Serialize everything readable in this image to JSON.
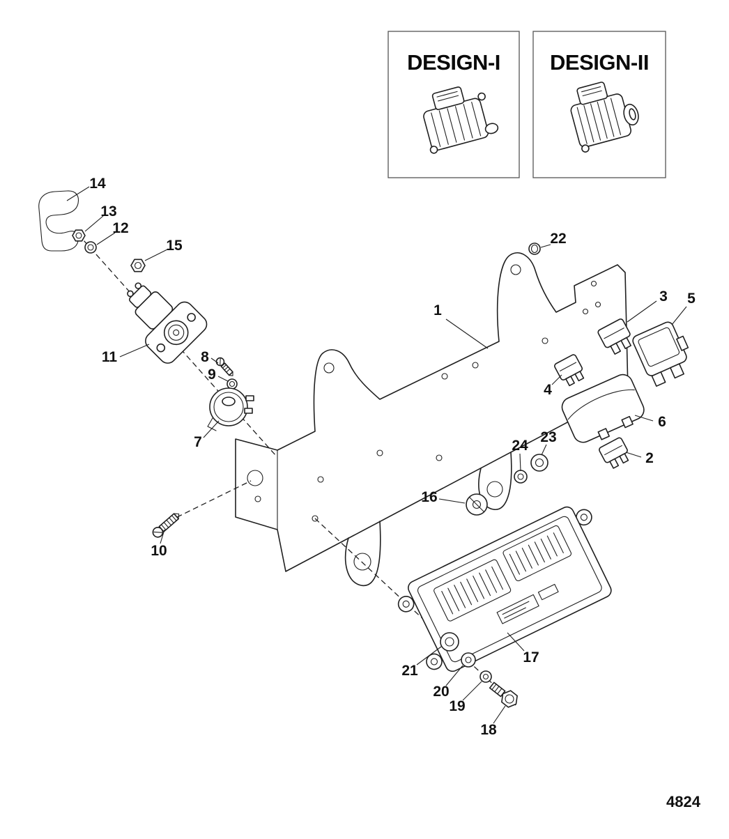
{
  "diagram": {
    "drawing_number": "4824",
    "colors": {
      "line": "#1f1f1f",
      "background": "#ffffff",
      "panel_border": "#555555"
    },
    "design_panels": [
      {
        "title": "DESIGN-I"
      },
      {
        "title": "DESIGN-II"
      }
    ],
    "callouts": [
      {
        "label": "1"
      },
      {
        "label": "2"
      },
      {
        "label": "3"
      },
      {
        "label": "4"
      },
      {
        "label": "5"
      },
      {
        "label": "6"
      },
      {
        "label": "7"
      },
      {
        "label": "8"
      },
      {
        "label": "9"
      },
      {
        "label": "10"
      },
      {
        "label": "11"
      },
      {
        "label": "12"
      },
      {
        "label": "13"
      },
      {
        "label": "14"
      },
      {
        "label": "15"
      },
      {
        "label": "16"
      },
      {
        "label": "17"
      },
      {
        "label": "18"
      },
      {
        "label": "19"
      },
      {
        "label": "20"
      },
      {
        "label": "21"
      },
      {
        "label": "22"
      },
      {
        "label": "23"
      },
      {
        "label": "24"
      }
    ]
  }
}
